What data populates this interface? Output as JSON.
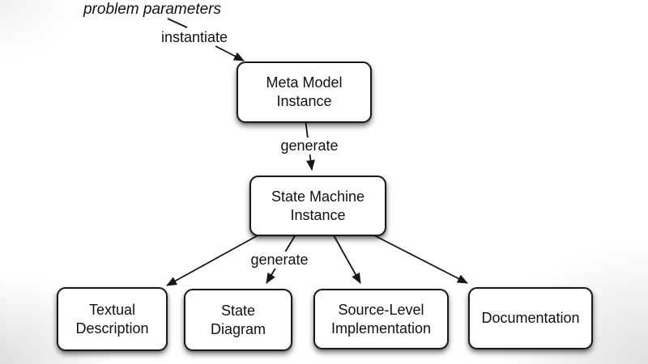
{
  "diagram": {
    "floating_label": "problem parameters",
    "nodes": {
      "meta_model": {
        "line1": "Meta Model",
        "line2": "Instance"
      },
      "state_machine": {
        "line1": "State Machine",
        "line2": "Instance"
      },
      "textual_description": {
        "line1": "Textual",
        "line2": "Description"
      },
      "state_diagram": {
        "line1": "State",
        "line2": "Diagram"
      },
      "source_level": {
        "line1": "Source-Level",
        "line2": "Implementation"
      },
      "documentation": {
        "line1": "Documentation",
        "line2": ""
      }
    },
    "edges": [
      {
        "from": "problem parameters",
        "to": "Meta Model Instance",
        "label": "instantiate"
      },
      {
        "from": "Meta Model Instance",
        "to": "State Machine Instance",
        "label": "generate"
      },
      {
        "from": "State Machine Instance",
        "to": "Textual Description",
        "label": ""
      },
      {
        "from": "State Machine Instance",
        "to": "State Diagram",
        "label": "generate"
      },
      {
        "from": "State Machine Instance",
        "to": "Source-Level Implementation",
        "label": ""
      },
      {
        "from": "State Machine Instance",
        "to": "Documentation",
        "label": ""
      }
    ],
    "colors": {
      "background": "#ffffff",
      "box_fill": "#ffffff",
      "stroke": "#1a1a1a",
      "text": "#111111"
    }
  }
}
